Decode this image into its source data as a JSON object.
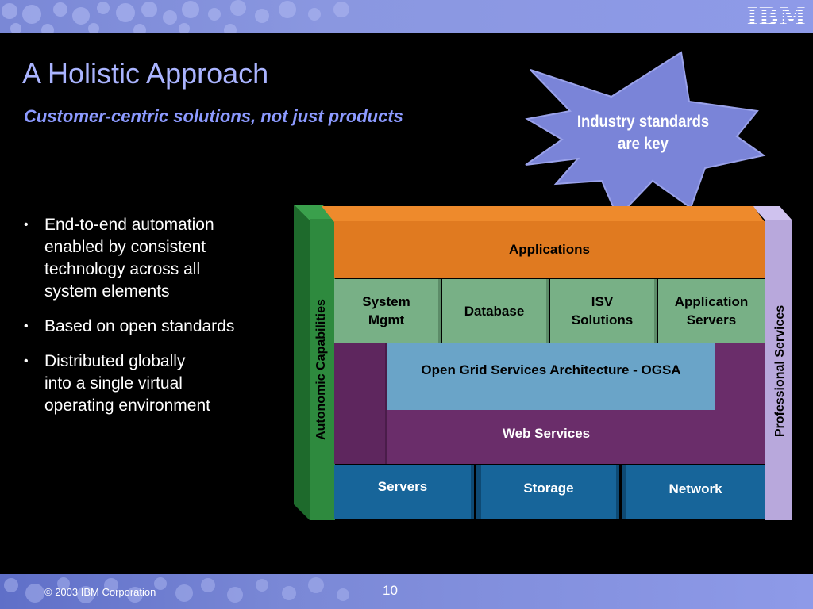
{
  "header": {
    "logo_text": "IBM"
  },
  "title": "A Holistic Approach",
  "subtitle": "Customer-centric solutions, not just products",
  "bullets": [
    "End-to-end automation\nenabled by consistent\ntechnology across all\nsystem elements",
    "Based on open standards",
    "Distributed globally\ninto a single virtual\noperating environment"
  ],
  "callout": "Industry standards\nare key",
  "diagram": {
    "left_pillar": "Autonomic Capabilities",
    "right_pillar": "Professional Services",
    "applications": "Applications",
    "middleware": [
      "System\nMgmt",
      "Database",
      "ISV\nSolutions",
      "Application\nServers"
    ],
    "ogsa": "Open Grid Services Architecture - OGSA",
    "web_services": "Web Services",
    "infrastructure": [
      "Servers",
      "Storage",
      "Network"
    ]
  },
  "colors": {
    "green_pillar": "#2e8a3e",
    "orange": "#e07a20",
    "light_green": "#78b086",
    "purple": "#6a2d6a",
    "light_blue": "#6aa4c8",
    "dark_blue": "#17659a",
    "lavender": "#b8a8dc",
    "callout": "#7a84d8"
  },
  "footer": {
    "copyright": "© 2003 IBM Corporation",
    "page": "10"
  }
}
